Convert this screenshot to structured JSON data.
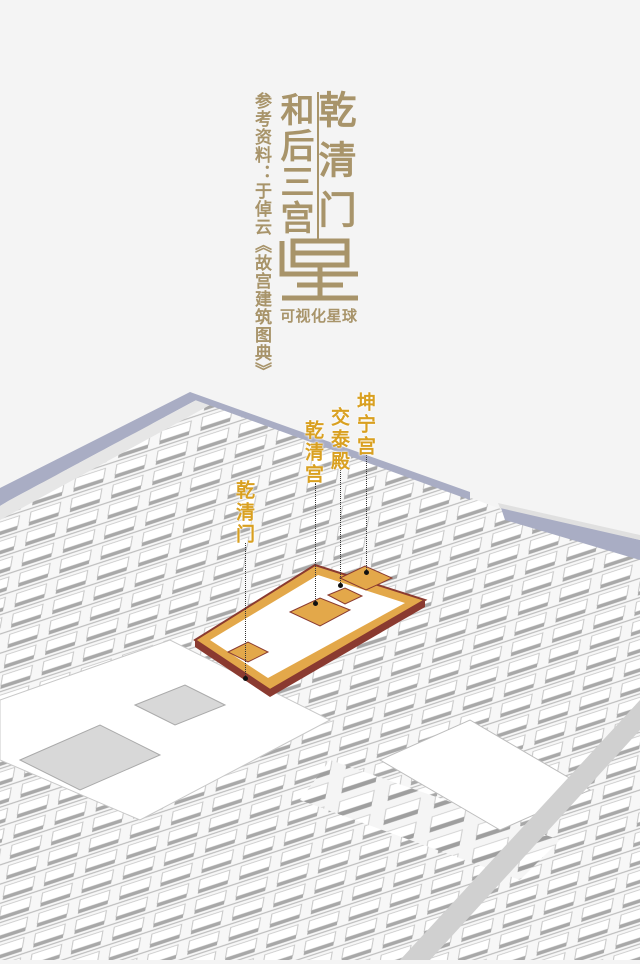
{
  "title": {
    "line1": "乾清门",
    "line2": "和后三宫",
    "reference": "参考资料：于倬云《故宫建筑图典》",
    "logo_glyph": "星",
    "logo_subtitle": "可视化星球"
  },
  "colors": {
    "background": "#f4f4f4",
    "title_gold": "#a8946a",
    "label_orange": "#d9a020",
    "highlight_roof": "#e3a84a",
    "highlight_wall": "#8a3a30",
    "moat": "#a9adc4",
    "buildings": "#ffffff",
    "shadow": "#9a9a9a"
  },
  "map": {
    "subject": "故宫 isometric 3D map",
    "labels": [
      {
        "id": "qianqingmen",
        "text": "乾清门"
      },
      {
        "id": "qianqinggong",
        "text": "乾清宫"
      },
      {
        "id": "jiaotaidian",
        "text": "交泰殿"
      },
      {
        "id": "kunninggong",
        "text": "坤宁宫"
      }
    ]
  }
}
